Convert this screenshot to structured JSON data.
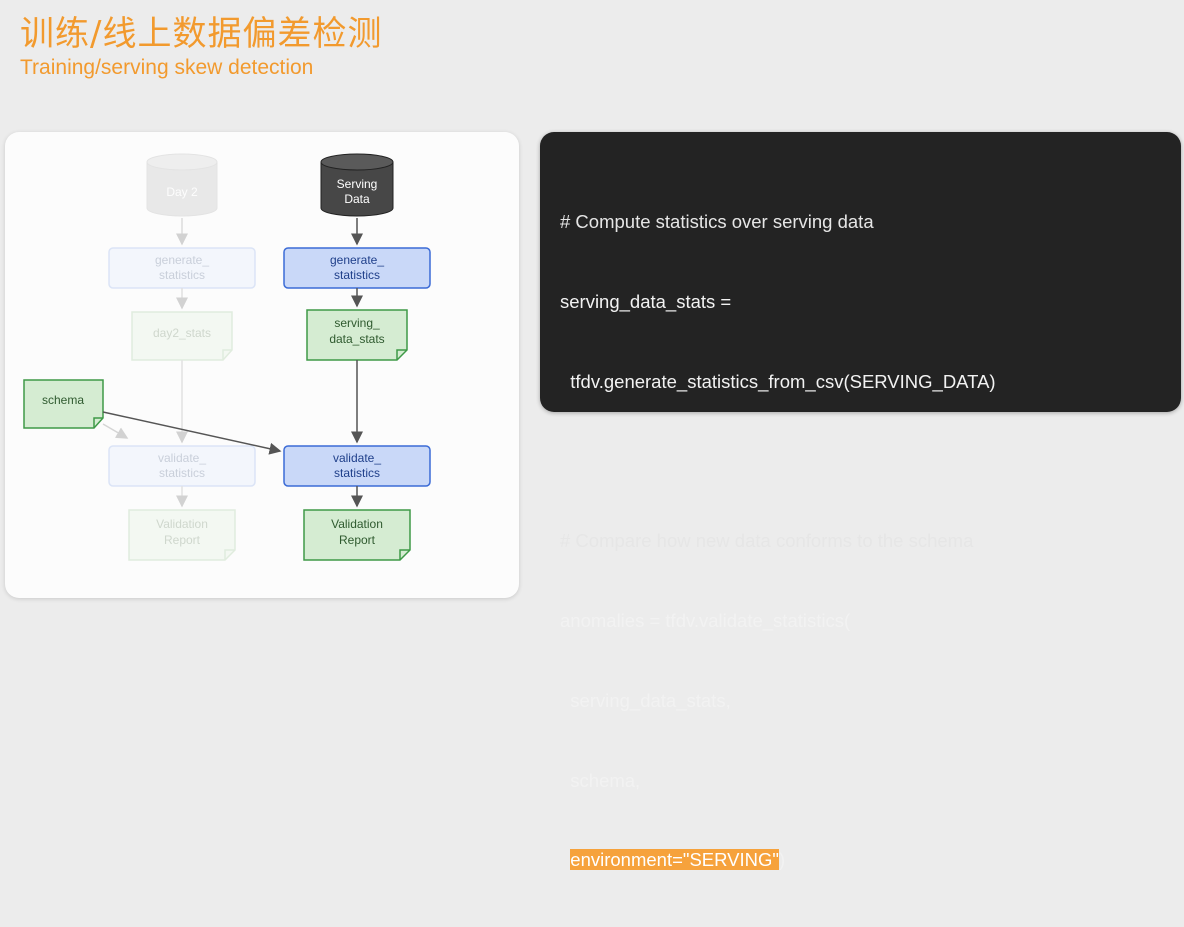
{
  "slide": {
    "title_cn": "训练/线上数据偏差检测",
    "title_en": "Training/serving skew detection"
  },
  "diagram": {
    "day2_db": "Day 2",
    "serving_db": [
      "Serving",
      "Data"
    ],
    "gen_stats_left": [
      "generate_",
      "statistics"
    ],
    "gen_stats_right": [
      "generate_",
      "statistics"
    ],
    "day2_stats": "day2_stats",
    "serving_stats": [
      "serving_",
      "data_stats"
    ],
    "schema": "schema",
    "validate_left": [
      "validate_",
      "statistics"
    ],
    "validate_right": [
      "validate_",
      "statistics"
    ],
    "report_left": [
      "Validation",
      "Report"
    ],
    "report_right": [
      "Validation",
      "Report"
    ],
    "colors": {
      "blue_fill": "#c9d8f8",
      "blue_stroke": "#3b6bd6",
      "green_fill": "#d5ecd2",
      "green_stroke": "#3e9a47",
      "db_dark": "#444444",
      "faded_blue_fill": "#eef3fc",
      "faded_green_fill": "#f1f8f0"
    }
  },
  "code": {
    "line1": "# Compute statistics over serving data",
    "line2": "serving_data_stats =",
    "line3": "  tfdv.generate_statistics_from_csv(SERVING_DATA)",
    "line4": "",
    "line5": "# Compare how new data conforms to the schema",
    "line6": "anomalies = tfdv.validate_statistics(",
    "line7": "  serving_data_stats,",
    "line8": "  schema,",
    "line9_indent": "  ",
    "line9_highlight": "environment=\"SERVING\"",
    "line9_tail": ")"
  }
}
